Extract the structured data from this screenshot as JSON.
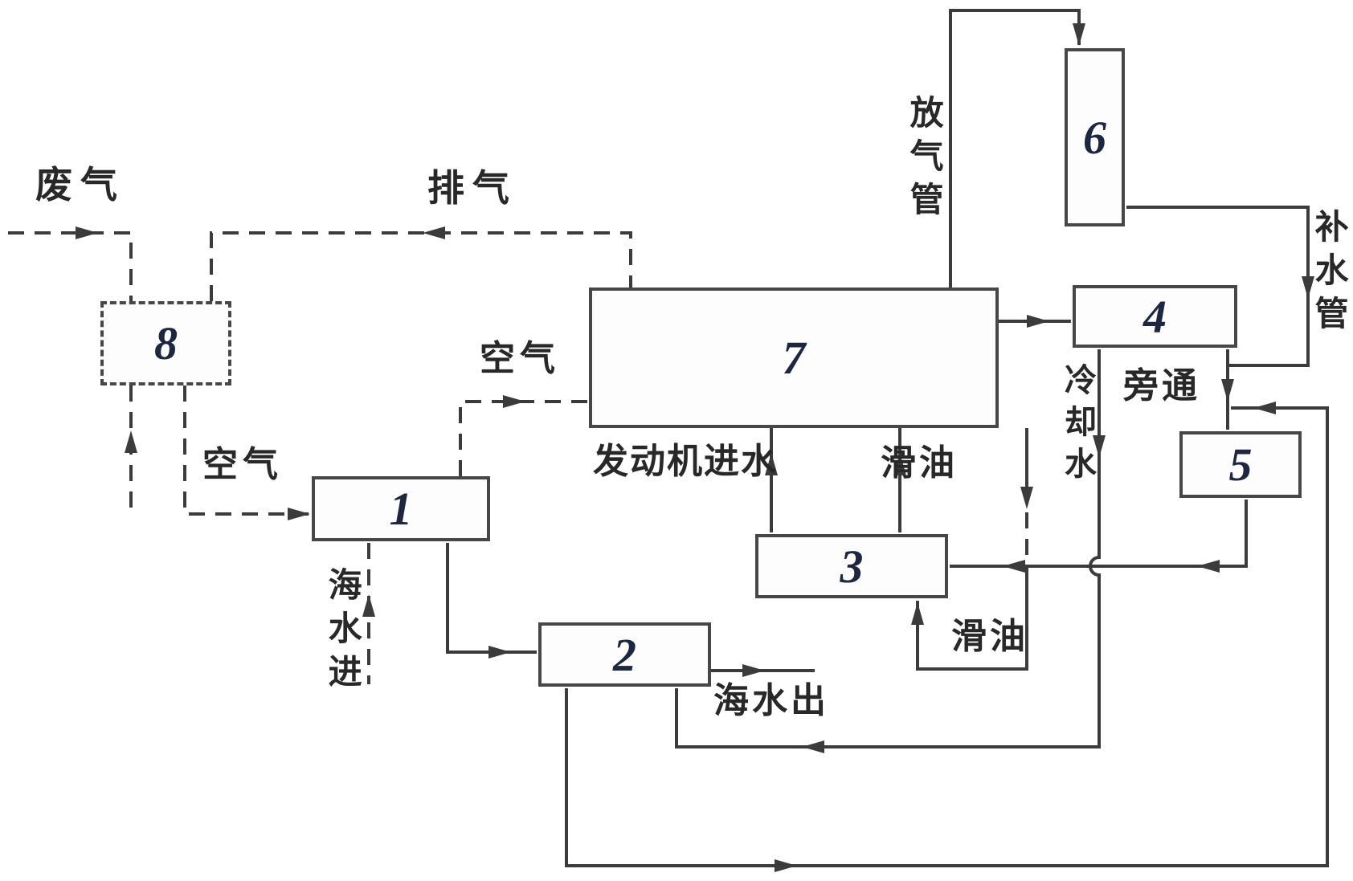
{
  "diagram": {
    "boxes": [
      {
        "number": "1"
      },
      {
        "number": "2"
      },
      {
        "number": "3"
      },
      {
        "number": "4"
      },
      {
        "number": "5"
      },
      {
        "number": "6"
      },
      {
        "number": "7"
      },
      {
        "number": "8"
      }
    ],
    "labels": {
      "waste_gas": "废气",
      "exhaust": "排气",
      "air_left": "空气",
      "air_center": "空气",
      "seawater_in": "海水进",
      "seawater_out": "海水出",
      "engine_water_inlet": "发动机进水",
      "lube_oil_top": "滑油",
      "lube_oil_bottom": "滑油",
      "vent_pipe": "放气管",
      "makeup_water_pipe": "补水管",
      "cooling_water": "冷却水",
      "bypass": "旁通"
    },
    "colors": {
      "line": "#3b3b3b",
      "box_border": "#474747",
      "number": "#1d2840",
      "label": "#282828",
      "background": "#ffffff"
    }
  }
}
